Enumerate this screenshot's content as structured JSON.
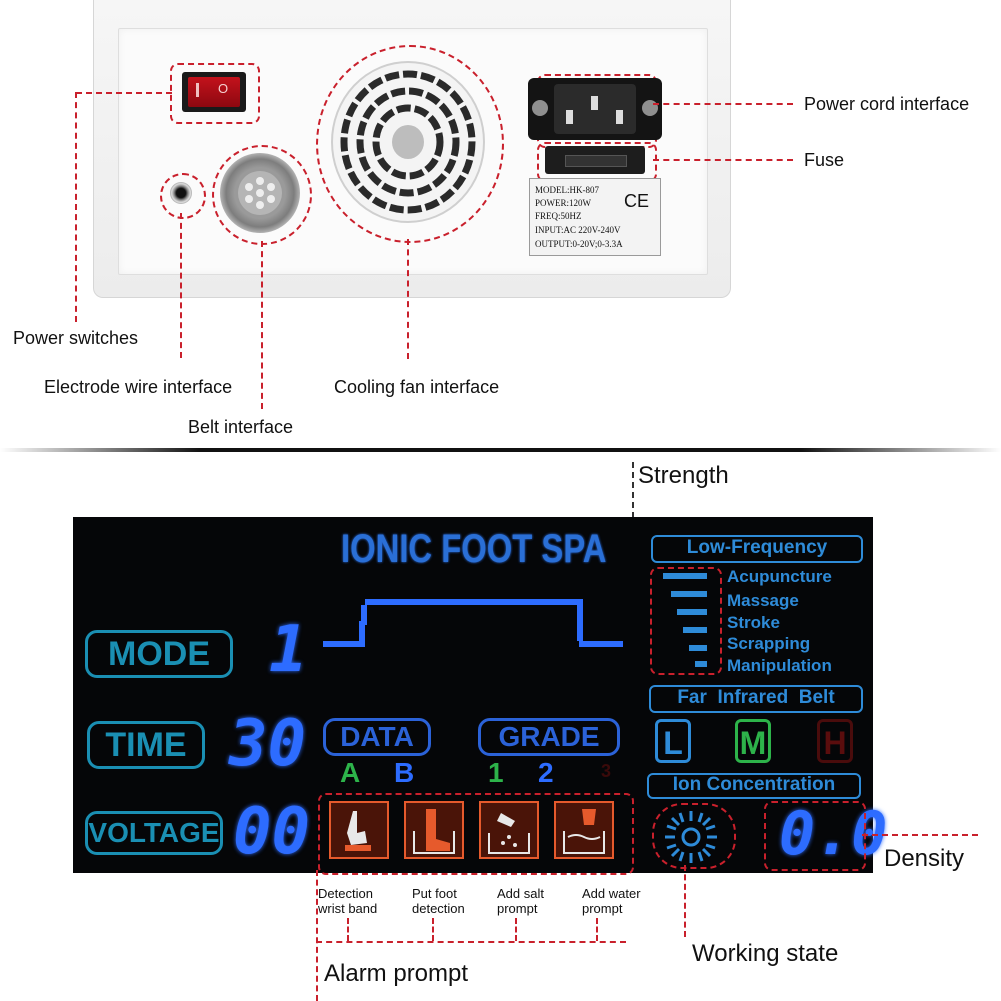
{
  "device": {
    "label": {
      "model": "MODEL:HK-807",
      "power": "POWER:120W",
      "freq": "FREQ:50HZ",
      "input": "INPUT:AC  220V-240V",
      "output": "OUTPUT:0-20V;0-3.3A",
      "ce": "CE"
    },
    "switch_symbol": "O"
  },
  "callouts": {
    "power_cord_interface": "Power cord interface",
    "fuse": "Fuse",
    "power_switches": "Power switches",
    "electrode_wire_interface": "Electrode wire interface",
    "cooling_fan_interface": "Cooling fan interface",
    "belt_interface": "Belt interface",
    "strength": "Strength",
    "density": "Density",
    "working_state": "Working state",
    "alarm_prompt": "Alarm prompt"
  },
  "lcd": {
    "title": "IONIC FOOT SPA",
    "mode_label": "MODE",
    "mode_value": "1",
    "time_label": "TIME",
    "time_value": "30",
    "voltage_label": "VOLTAGE",
    "voltage_value": "00",
    "data_label": "DATA",
    "grade_label": "GRADE",
    "data_options": [
      "A",
      "B"
    ],
    "grade_options": [
      "1",
      "2",
      "3"
    ],
    "low_frequency_label": "Low-Frequency",
    "low_frequency_modes": [
      "Acupuncture",
      "Massage",
      "Stroke",
      "Scrapping",
      "Manipulation"
    ],
    "far_infrared_label": "Far  Infrared  Belt",
    "belt_levels": [
      "L",
      "M",
      "H"
    ],
    "ion_concentration_label": "Ion Concentration",
    "density_value": "0.0",
    "alarm_captions": [
      {
        "line1": "Detection",
        "line2": "wrist band"
      },
      {
        "line1": "Put foot",
        "line2": "detection"
      },
      {
        "line1": "Add salt",
        "line2": "prompt"
      },
      {
        "line1": "Add water",
        "line2": "prompt"
      }
    ]
  },
  "colors": {
    "callout_red": "#c9202c",
    "lcd_blue": "#2b73f0",
    "lcd_cyan": "#1a8fb3",
    "alarm_orange": "#e65a2c",
    "green": "#2db34a",
    "dark_red": "#7a1010"
  }
}
